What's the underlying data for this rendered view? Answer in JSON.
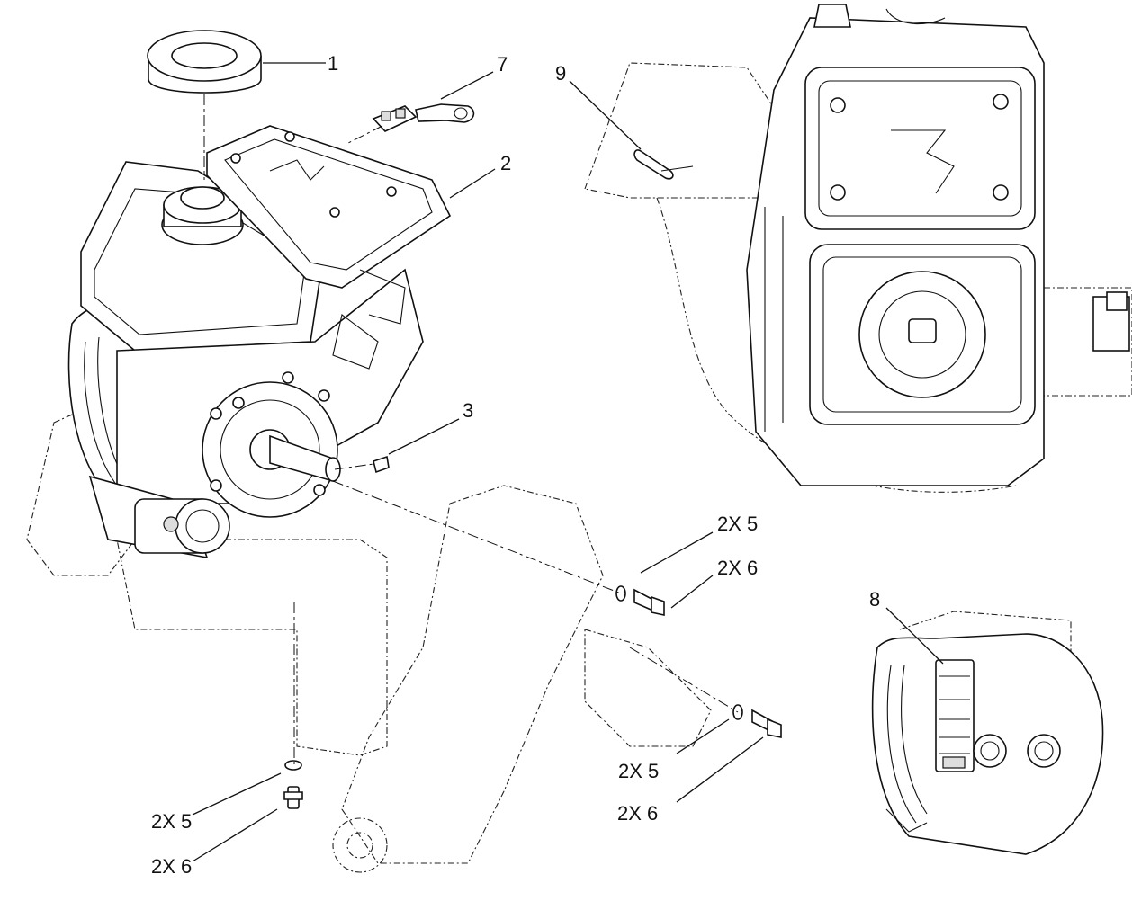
{
  "figure": {
    "callouts": [
      {
        "id": "c1",
        "text": "1"
      },
      {
        "id": "c2",
        "text": "2"
      },
      {
        "id": "c3",
        "text": "3"
      },
      {
        "id": "c7",
        "text": "7"
      },
      {
        "id": "c9",
        "text": "9"
      },
      {
        "id": "c8",
        "text": "8"
      },
      {
        "id": "c5a",
        "text": "2X 5"
      },
      {
        "id": "c6a",
        "text": "2X 6"
      },
      {
        "id": "c5b",
        "text": "2X 5"
      },
      {
        "id": "c6b",
        "text": "2X 6"
      },
      {
        "id": "c5c",
        "text": "2X 5"
      },
      {
        "id": "c6c",
        "text": "2X 6"
      }
    ]
  }
}
